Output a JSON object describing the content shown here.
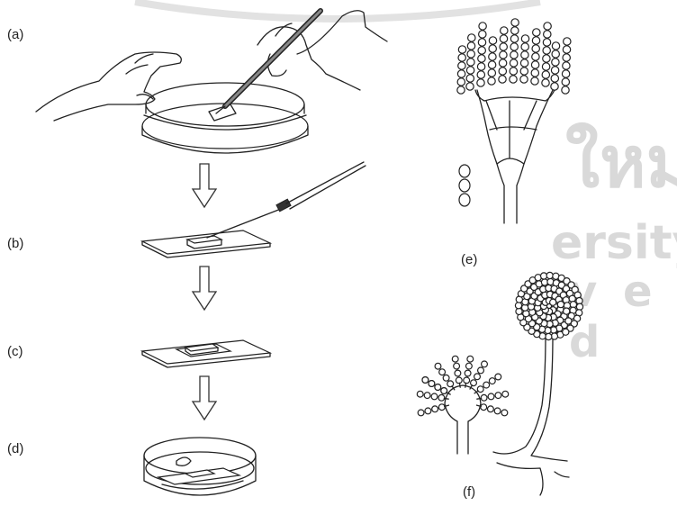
{
  "panels": {
    "a": "(a)",
    "b": "(b)",
    "c": "(c)",
    "d": "(d)",
    "e": "(e)",
    "f": "(f)"
  },
  "watermark": {
    "logo_text": "ใหม่",
    "line_1": "ersity",
    "line_2": "v e d"
  }
}
